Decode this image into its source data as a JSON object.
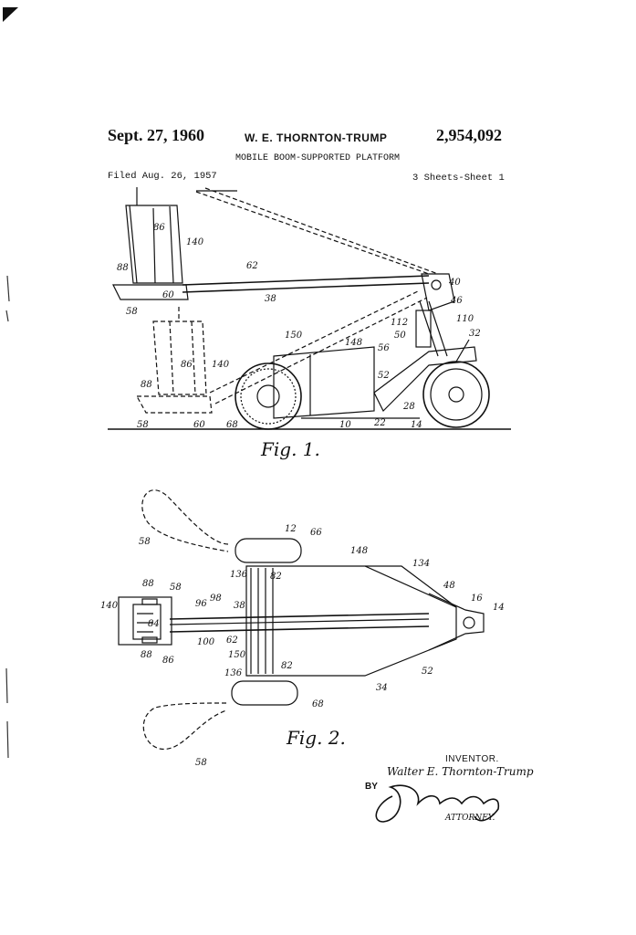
{
  "header": {
    "date": "Sept. 27, 1960",
    "inventor": "W. E. THORNTON-TRUMP",
    "patent_number": "2,954,092",
    "title": "MOBILE BOOM-SUPPORTED PLATFORM",
    "filed": "Filed Aug. 26, 1957",
    "sheets": "3 Sheets-Sheet 1"
  },
  "figures": {
    "fig1_label": "Fig. 1.",
    "fig2_label": "Fig. 2."
  },
  "fig1_refs": [
    "86",
    "140",
    "88",
    "60",
    "58",
    "62",
    "38",
    "40",
    "46",
    "110",
    "32",
    "112",
    "50",
    "56",
    "52",
    "150",
    "148",
    "86",
    "140",
    "88",
    "58",
    "60",
    "68",
    "10",
    "22",
    "28",
    "14"
  ],
  "fig2_refs": [
    "58",
    "12",
    "66",
    "148",
    "134",
    "136",
    "82",
    "88",
    "58",
    "140",
    "84",
    "96",
    "98",
    "38",
    "48",
    "16",
    "14",
    "88",
    "86",
    "100",
    "62",
    "150",
    "82",
    "52",
    "136",
    "34",
    "68",
    "58"
  ],
  "signature": {
    "inventor_label": "INVENTOR.",
    "inventor_name": "Walter E. Thornton-Trump",
    "by_label": "BY",
    "attorney_label": "ATTORNEY."
  }
}
